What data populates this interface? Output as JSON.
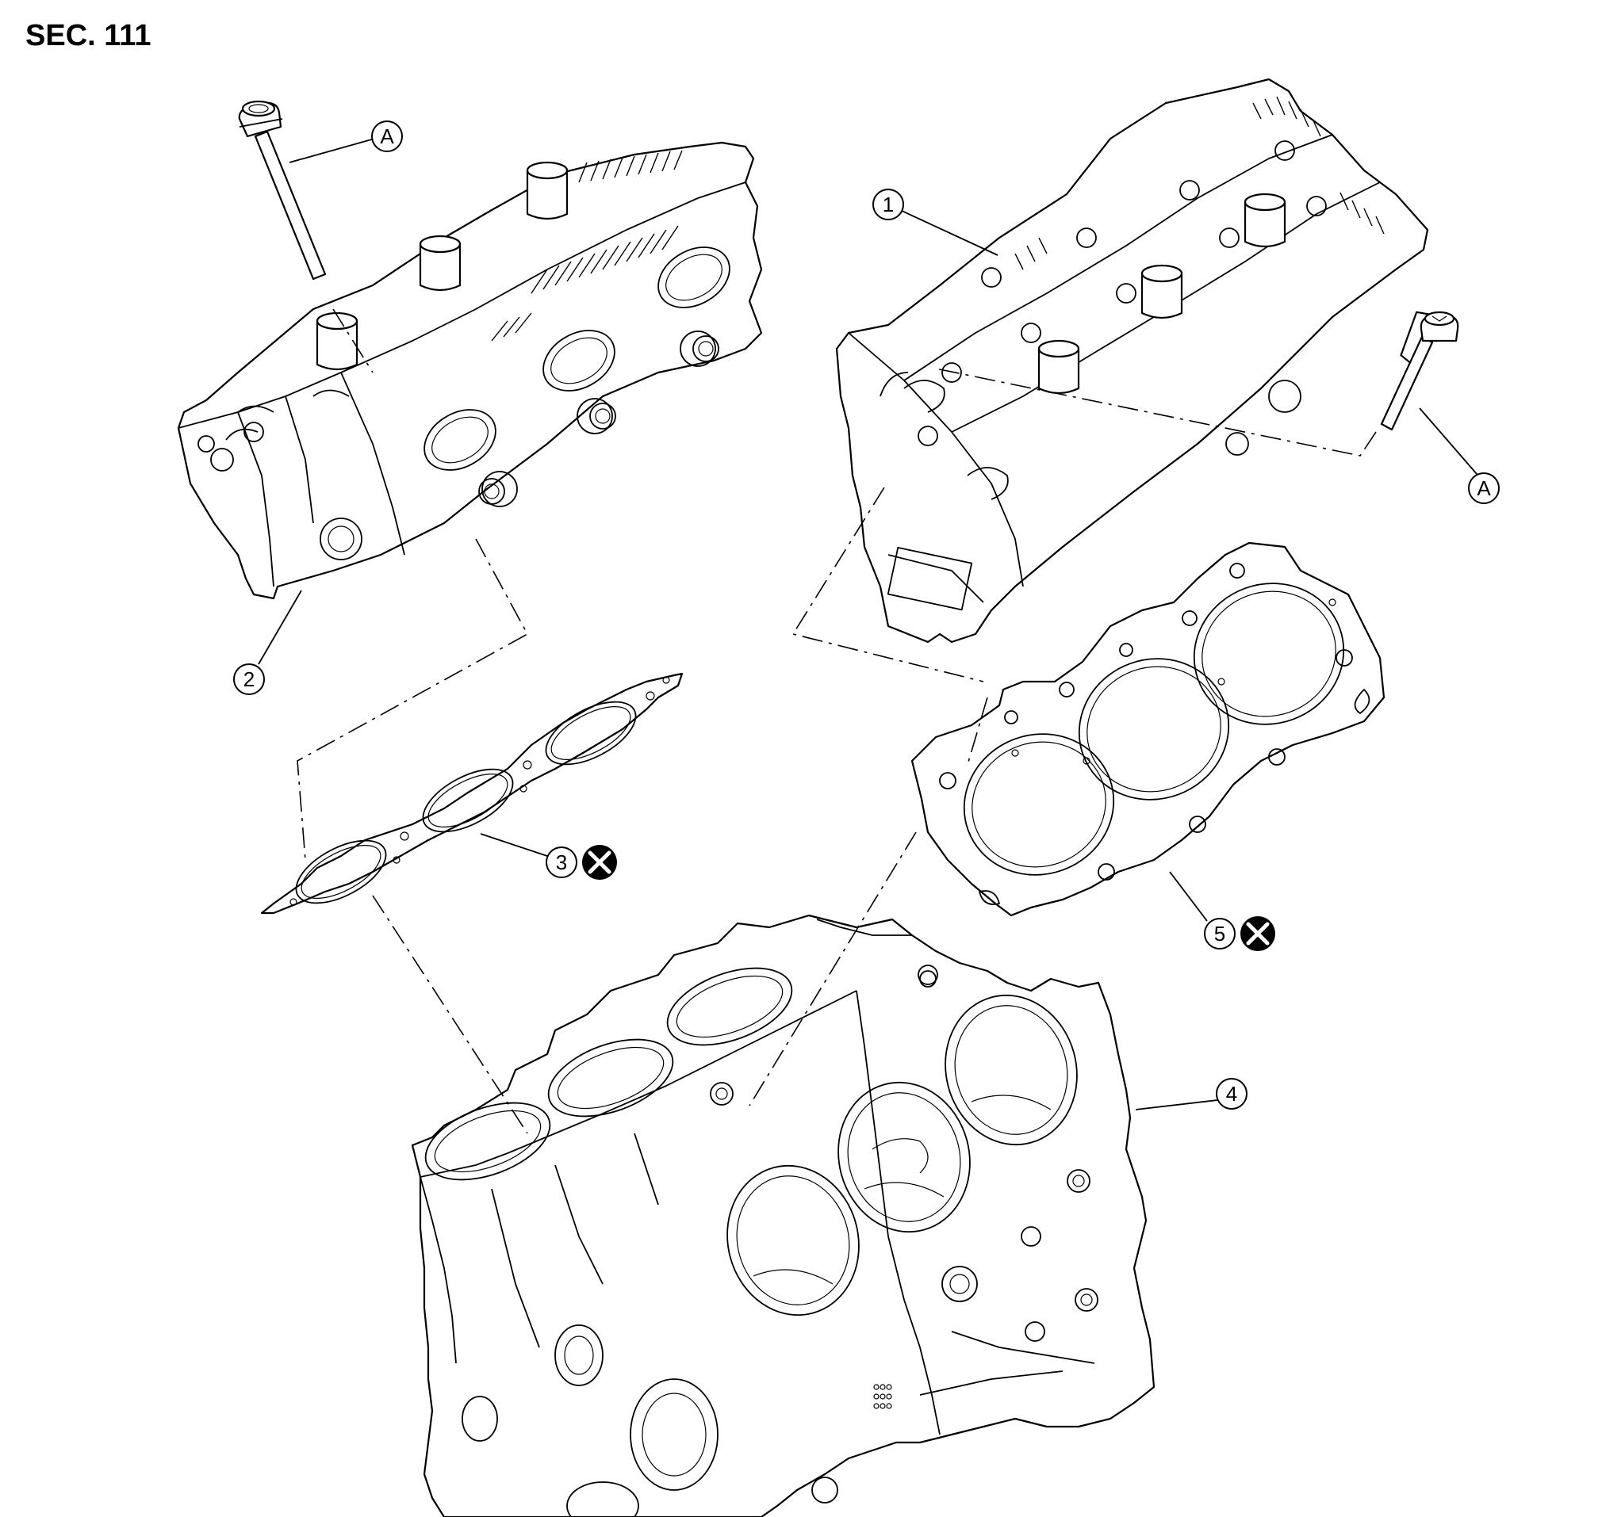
{
  "section_label": "SEC. 111",
  "callouts": {
    "c1": "1",
    "c2": "2",
    "c3": "3",
    "c4": "4",
    "c5": "5",
    "a_left": "A",
    "a_right": "A"
  },
  "icons": {
    "no_reuse": "circle-x-icon"
  }
}
